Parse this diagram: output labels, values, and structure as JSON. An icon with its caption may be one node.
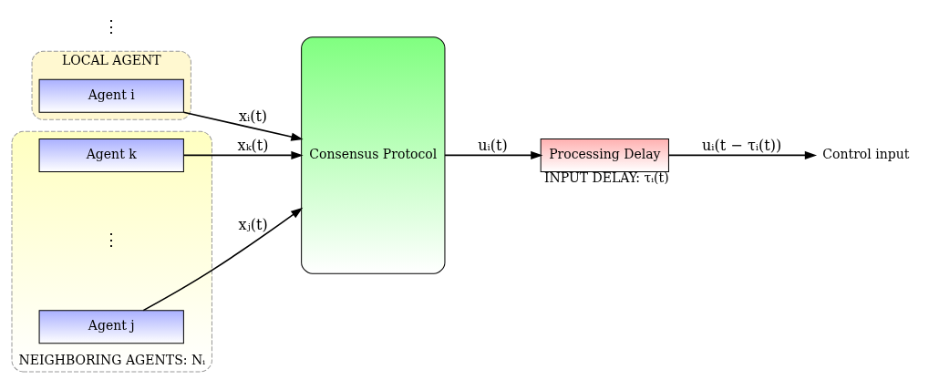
{
  "diagram": {
    "nodes": [
      {
        "text": [
          "LOCAL AGENT"
        ]
      },
      {
        "text": [
          "Agent i"
        ],
        "in": 0
      },
      {
        "text": [
          "NEIGHBORING AGENTS: Nᵢ"
        ]
      },
      {
        "text": [
          "Agent j"
        ],
        "in": 2
      },
      {
        "text": [
          "Agent k"
        ],
        "in": 2
      },
      {
        "text": [
          "Consensus Protocol"
        ]
      },
      {
        "text": [
          "Processing Delay"
        ],
        "beside": [
          "INPUT DELAY: τᵢ(t)"
        ]
      },
      {
        "text": [
          "Control input"
        ]
      }
    ],
    "edges": [
      {
        "from": 1,
        "to": 5,
        "arrow": "to",
        "label": "xᵢ(t)"
      },
      {
        "from": 3,
        "to": 5,
        "arrow": "to",
        "label": "xⱼ(t)"
      },
      {
        "from": 4,
        "to": 5,
        "arrow": "to",
        "label": "xₖ(t)"
      },
      {
        "from": 5,
        "to": 6,
        "arrow": "to",
        "label": "uᵢ(t)"
      },
      {
        "from": 6,
        "to": 7,
        "arrow": "to",
        "label": "uᵢ(t − τᵢ(t))"
      }
    ],
    "labels": [
      "⋮",
      "⋮"
    ]
  }
}
